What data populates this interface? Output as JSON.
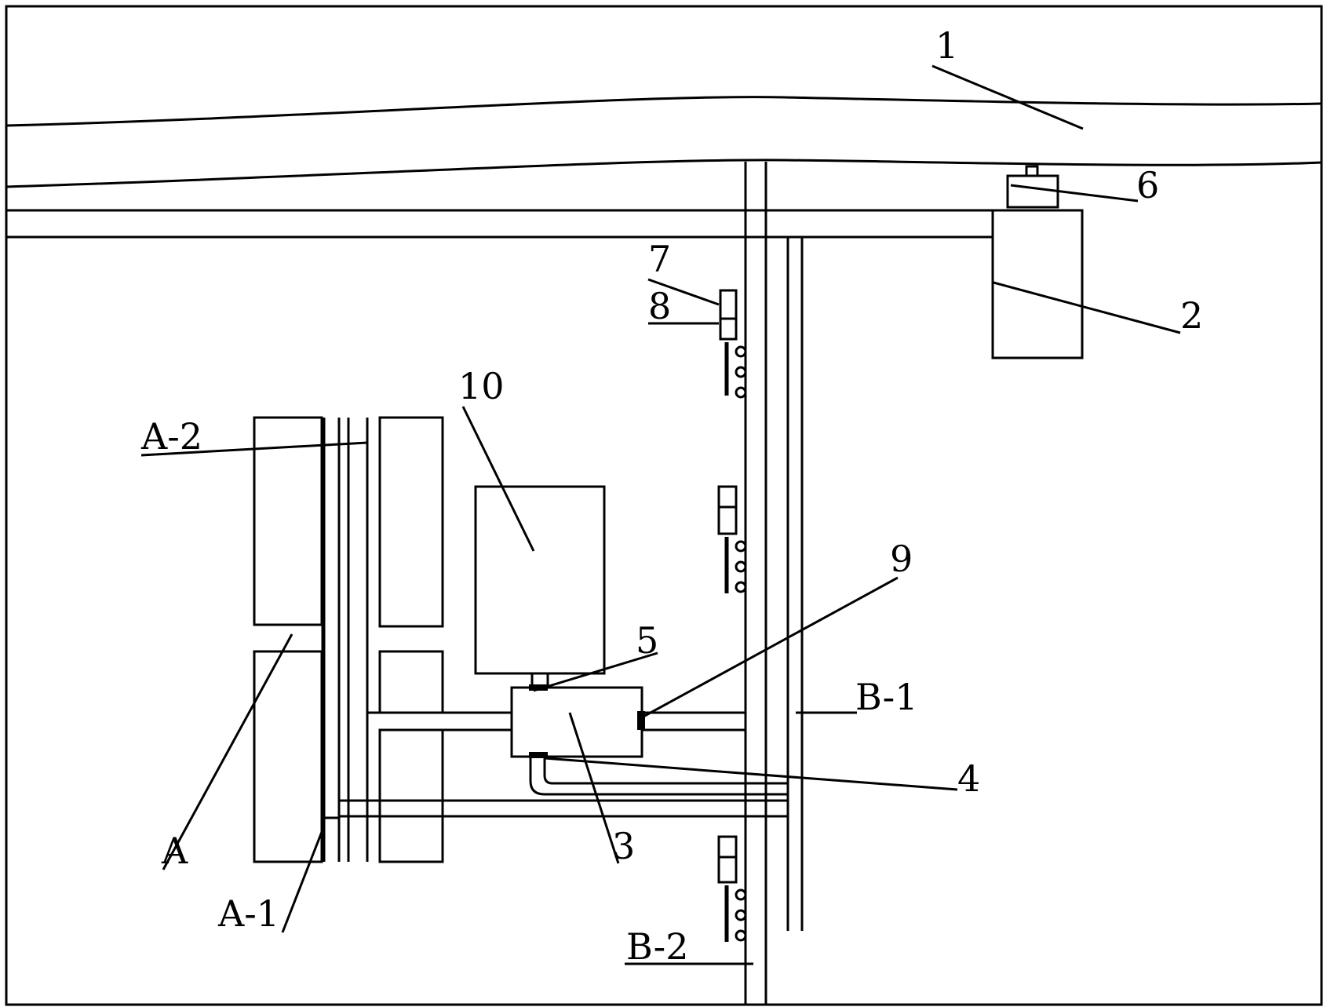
{
  "labels": {
    "l1": "1",
    "l2": "2",
    "l3": "3",
    "l4": "4",
    "l5": "5",
    "l6": "6",
    "l7": "7",
    "l8": "8",
    "l9": "9",
    "l10": "10",
    "lA": "A",
    "lA1": "A-1",
    "lA2": "A-2",
    "lB1": "B-1",
    "lB2": "B-2"
  }
}
